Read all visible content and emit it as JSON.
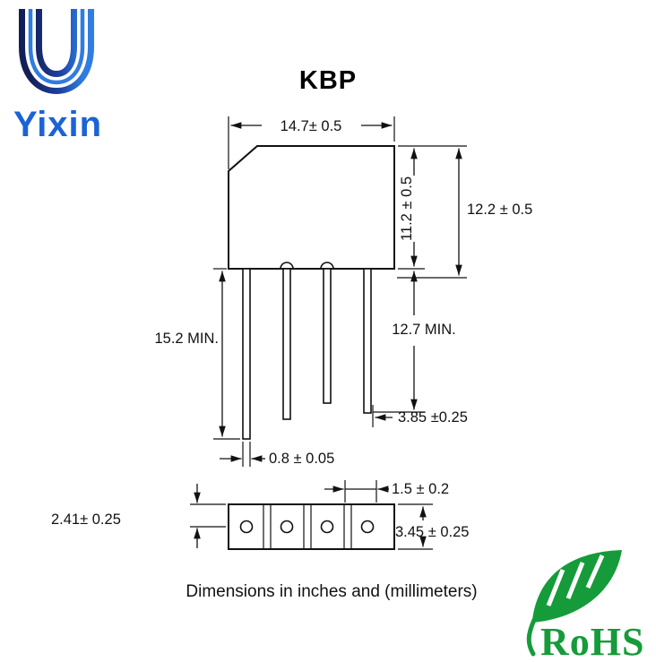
{
  "title": "KBP",
  "logo": {
    "brand": "Yixin"
  },
  "front_view": {
    "dims": {
      "width": "14.7± 0.5",
      "body_height": "11.2 ± 0.5",
      "overall_height": "12.2 ± 0.5",
      "lead_length_left": "15.2 MIN.",
      "lead_length_right": "12.7 MIN.",
      "lead_end_offset": "3.85 ±0.25",
      "lead_thickness": "0.8 ± 0.05"
    }
  },
  "bottom_view": {
    "dims": {
      "edge_to_hole_center": "2.41± 0.25",
      "slot_width": "1.5 ± 0.2",
      "body_depth": "3.45 ± 0.25"
    }
  },
  "footer_note": "Dimensions in inches and (millimeters)",
  "certification": {
    "label": "RoHS"
  },
  "colors": {
    "line": "#111111",
    "logo_navy": "#131f58",
    "logo_blue": "#2f7ce2",
    "brand_text": "#1b63d6",
    "rohs_green": "#169b3a"
  }
}
